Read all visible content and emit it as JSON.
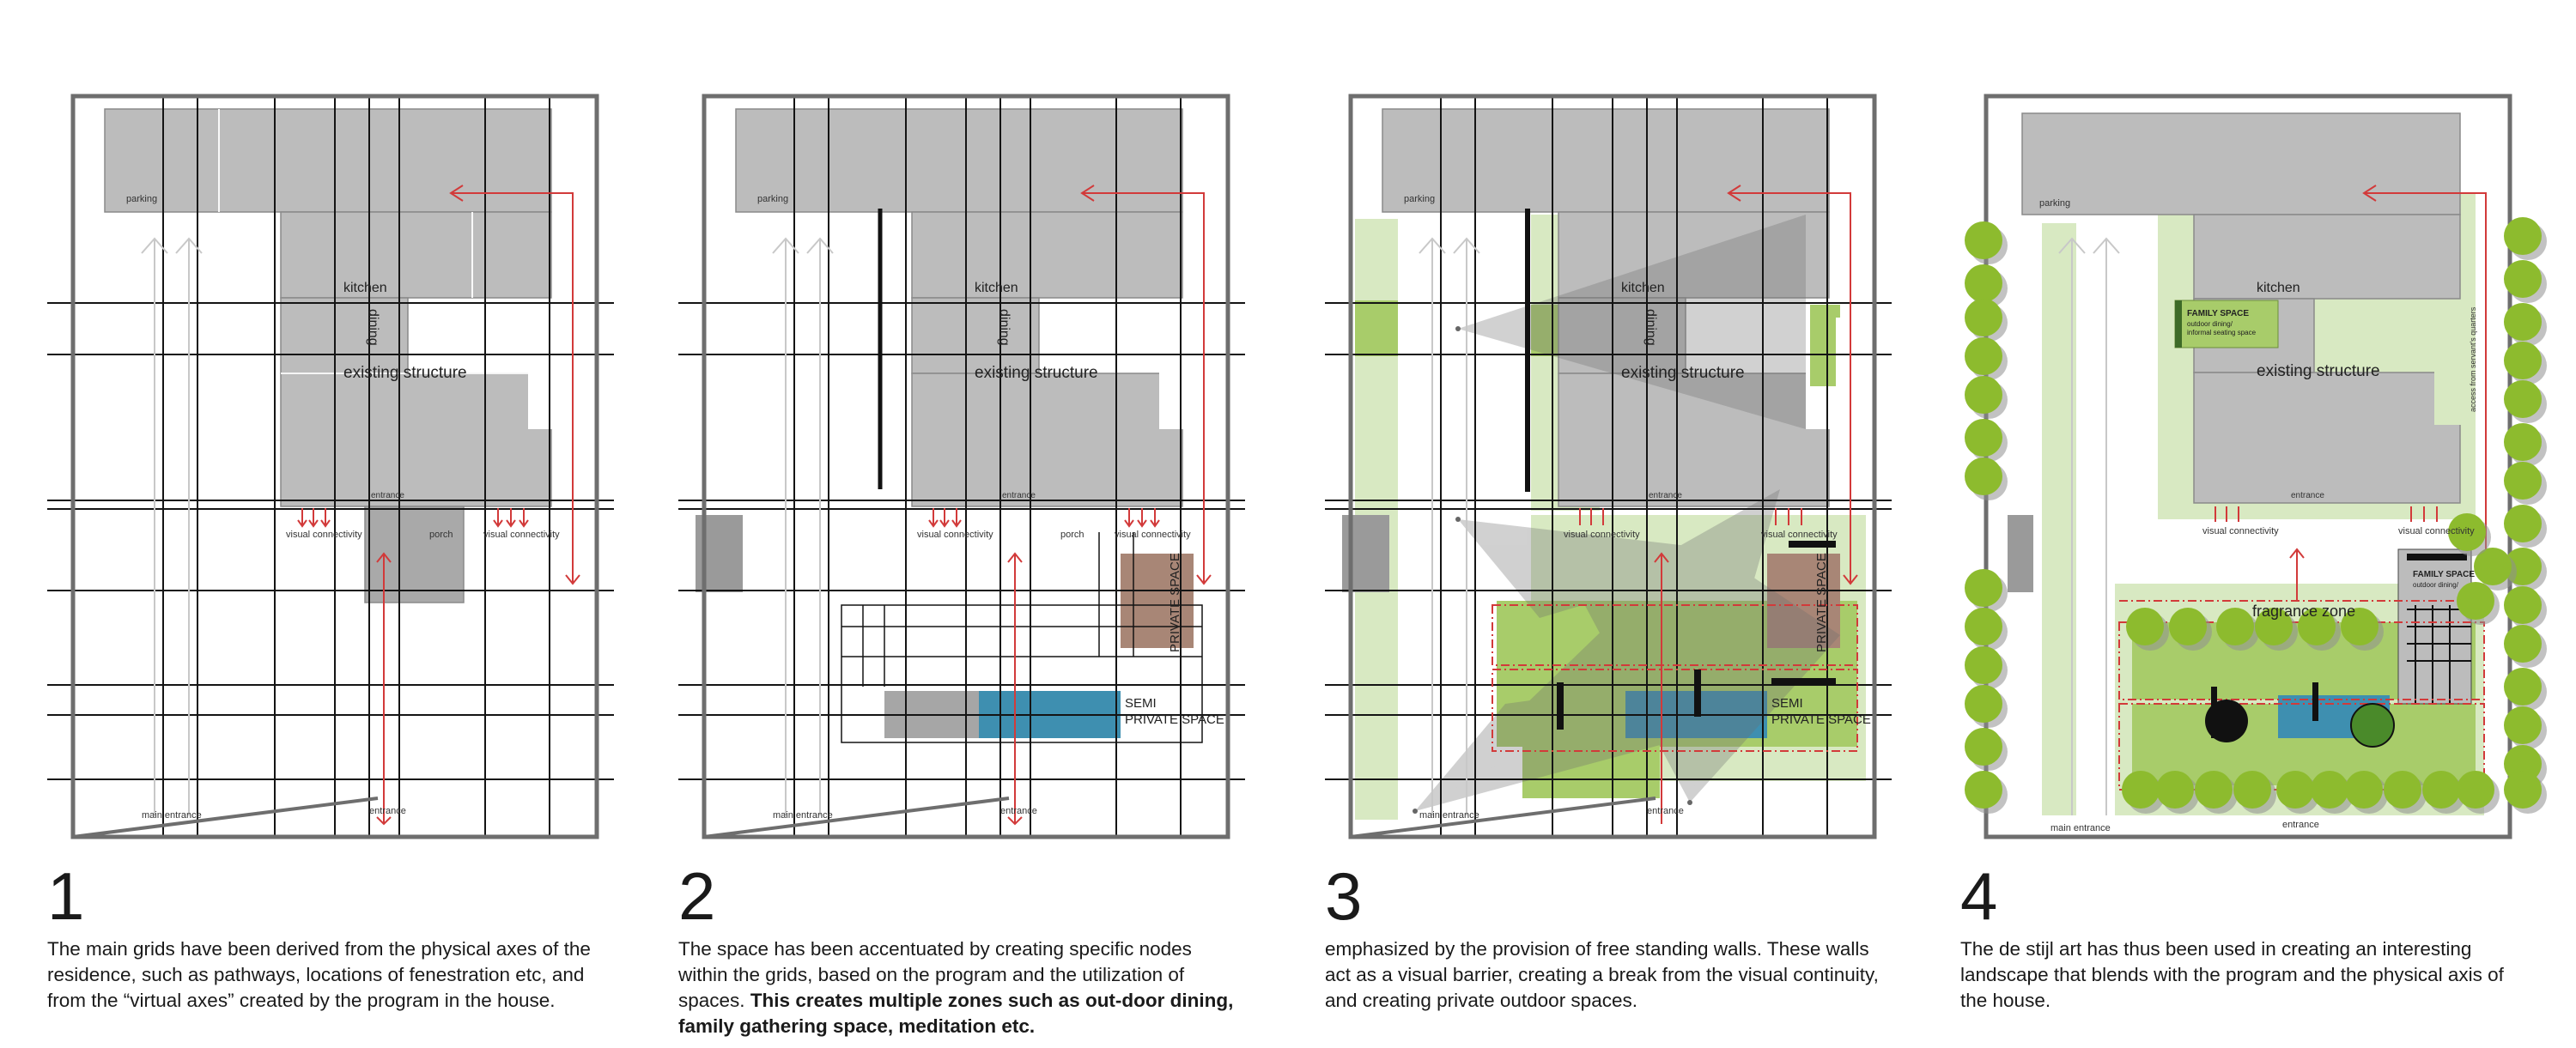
{
  "panels": [
    {
      "step": "1",
      "text": "The main grids have  been derived from the physical axes of the residence, such as pathways, locations of fenestration etc, and from the “virtual axes” created by the program in the house.",
      "emphasis": "",
      "labels": {
        "parking": "parking",
        "kitchen": "kitchen",
        "dining": "dining",
        "existing": "existing structure",
        "entrance": "entrance",
        "visual1": "visual connectivity",
        "porch": "porch",
        "visual2": "visual connectivity",
        "main_entrance": "main entrance",
        "entrance_bottom": "entrance"
      }
    },
    {
      "step": "2",
      "text": "The space has been accentuated by creating specific nodes within the grids, based on the program and the utilization of spaces.",
      "emphasis": "This creates multiple zones such as out-door dining, family gathering space, meditation etc.",
      "labels": {
        "parking": "parking",
        "kitchen": "kitchen",
        "dining": "dining",
        "existing": "existing structure",
        "entrance": "entrance",
        "visual1": "visual connectivity",
        "porch": "porch",
        "visual2": "visual connectivity",
        "private": "PRIVATE SPACE",
        "semi1": "SEMI",
        "semi2": "PRIVATE SPACE",
        "main_entrance": "main entrance",
        "entrance_bottom": "entrance"
      }
    },
    {
      "step": "3",
      "text": "emphasized by the provision of free standing walls. These walls act as a visual barrier, creating a break from the visual continuity, and creating private outdoor spaces.",
      "emphasis": "",
      "labels": {
        "parking": "parking",
        "kitchen": "kitchen",
        "dining": "dining",
        "existing": "existing structure",
        "entrance": "entrance",
        "visual1": "visual connectivity",
        "visual2": "visual connectivity",
        "private": "PRIVATE SPACE",
        "semi1": "SEMI",
        "semi2": "PRIVATE SPACE",
        "main_entrance": "main entrance",
        "entrance_bottom": "entrance"
      }
    },
    {
      "step": "4",
      "text": "The de stijl art has thus been used in creating an interesting landscape that blends with the program and the physical axis of the house.",
      "emphasis": "",
      "labels": {
        "parking": "parking",
        "kitchen": "kitchen",
        "existing": "existing structure",
        "entrance": "entrance",
        "visual1": "visual connectivity",
        "visual2": "visual connectivity",
        "family1_title": "FAMILY SPACE",
        "family1_l1": "outdoor dining/",
        "family1_l2": "informal seating space",
        "family2_title": "FAMILY SPACE",
        "family2_l1": "outdoor dining/",
        "access": "access from servant's quarters",
        "fragrance": "fragrance zone",
        "main_entrance": "main entrance",
        "entrance_bottom": "entrance"
      }
    }
  ],
  "colors": {
    "building": "#bcbcbc",
    "grid": "#141414",
    "outline": "#6e6e6e",
    "arrow": "#d23a3a",
    "water": "#3e8fb0",
    "private": "#a88676",
    "lawn": "#a8cc6a",
    "lawn_light": "#d8e9c2",
    "tree": "#8dbb2e",
    "shadow": "#8f8f8f"
  }
}
